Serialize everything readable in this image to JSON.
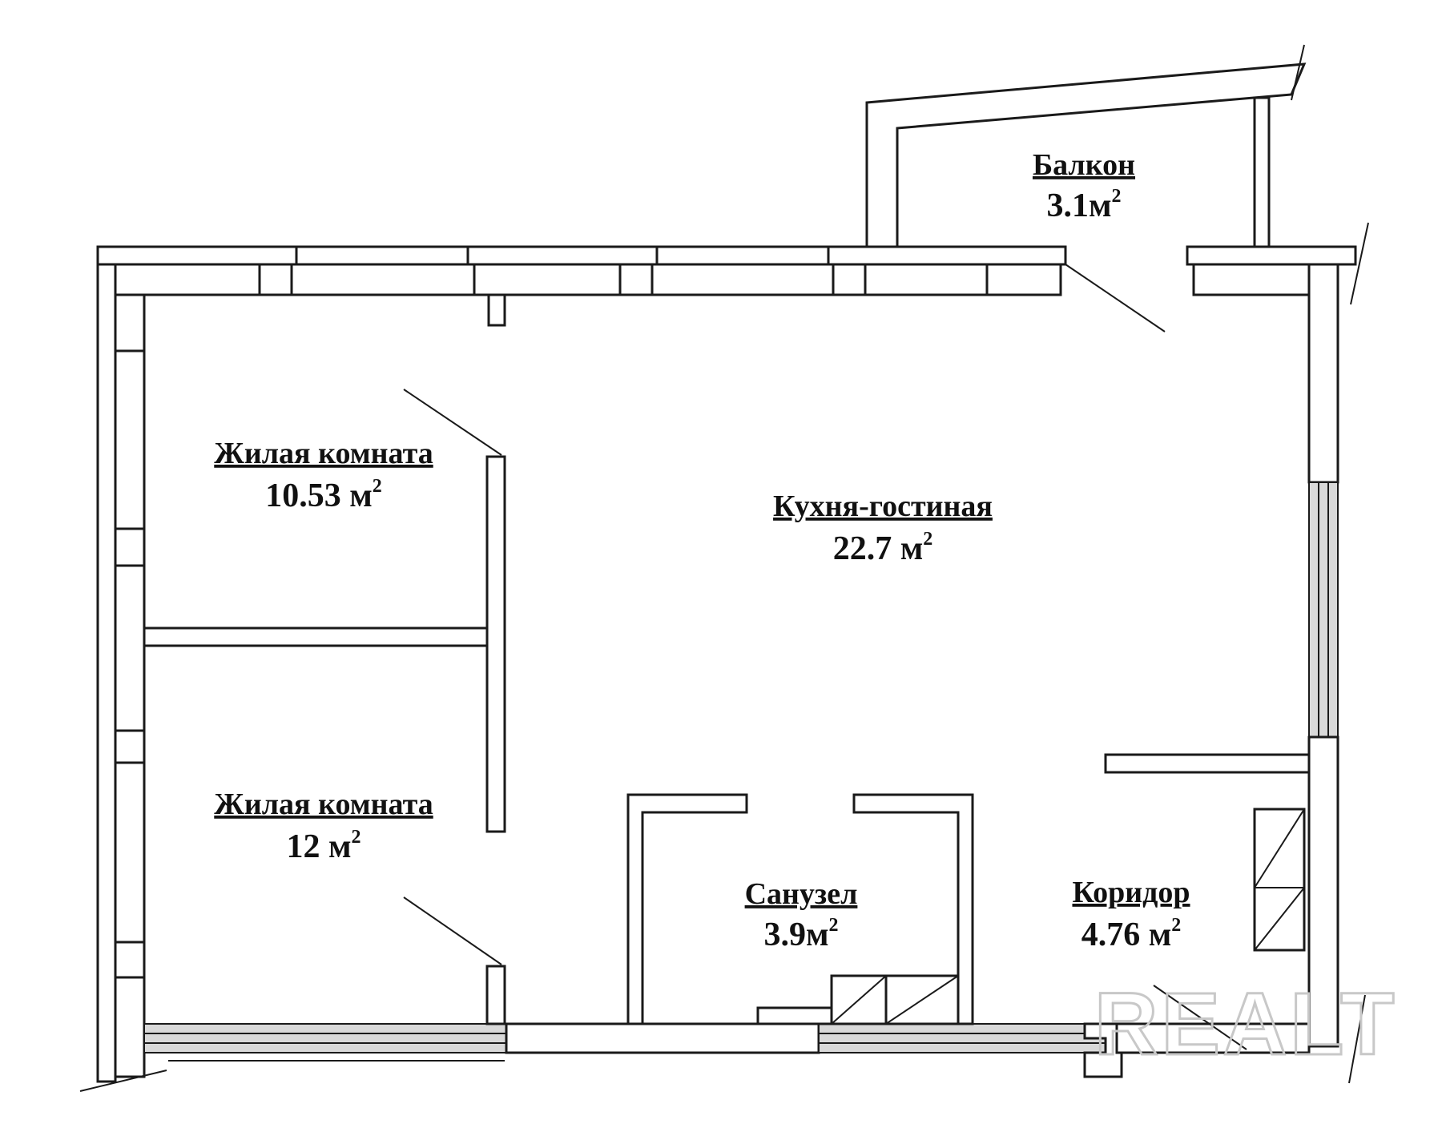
{
  "rooms": {
    "balcony": {
      "name": "Балкон",
      "area": "3.1м",
      "unit_sup": "2"
    },
    "living_1": {
      "name": "Жилая комната",
      "area": "10.53 м",
      "unit_sup": "2"
    },
    "kitchen": {
      "name": "Кухня-гостиная",
      "area": "22.7 м",
      "unit_sup": "2"
    },
    "living_2": {
      "name": "Жилая комната",
      "area": "12 м",
      "unit_sup": "2"
    },
    "bathroom": {
      "name": "Санузел",
      "area": "3.9м",
      "unit_sup": "2"
    },
    "corridor": {
      "name": "Коридор",
      "area": "4.76 м",
      "unit_sup": "2"
    }
  },
  "watermark": {
    "text": "REALT"
  },
  "colors": {
    "line": "#1a1a1a",
    "glass": "#d9d9d9",
    "watermark": "#c8c8c8"
  }
}
